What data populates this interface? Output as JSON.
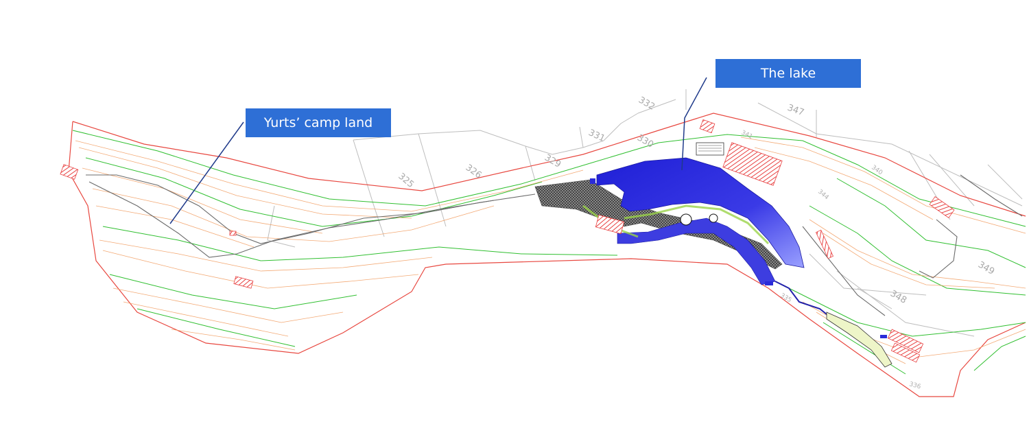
{
  "labels": {
    "camp": "Yurts’ camp land",
    "lake": "The lake"
  },
  "parcel_numbers": [
    "325",
    "326",
    "329",
    "331",
    "330",
    "332",
    "347",
    "341",
    "340",
    "344",
    "349",
    "348",
    "335",
    "336"
  ],
  "colors": {
    "callout": "#2e6fd6",
    "boundary": "#e8473f",
    "contour_green": "#2fbf2f",
    "contour_orange": "#f2a066",
    "parcel_grey": "#bdbdbd",
    "lake": "#2b2bd9",
    "buildings": "#e84040",
    "paving": "#555555"
  }
}
